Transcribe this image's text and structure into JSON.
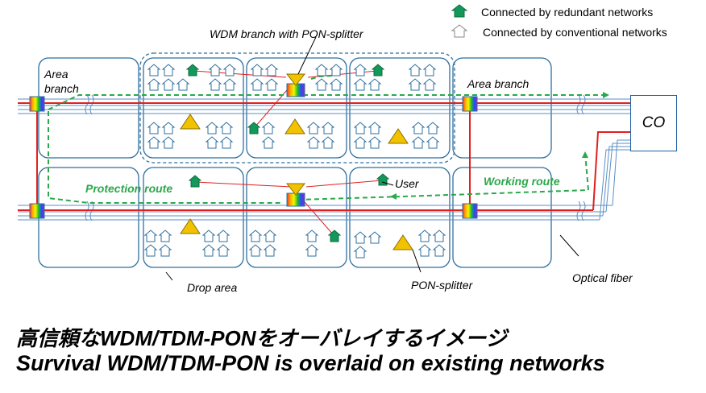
{
  "legend": {
    "redundant": "Connected by redundant networks",
    "conventional": "Connected by conventional networks"
  },
  "labels": {
    "wdm_branch": "WDM branch with PON-splitter",
    "area_branch_left": "Area\nbranch",
    "area_branch_right": "Area branch",
    "co": "CO",
    "protection_route": "Protection route",
    "working_route": "Working route",
    "user": "User",
    "drop_area": "Drop area",
    "pon_splitter": "PON-splitter",
    "optical_fiber": "Optical fiber"
  },
  "caption": {
    "japanese": "高信頼なWDM/TDM-PONをオーバレイするイメージ",
    "english": "Survival WDM/TDM-PON is overlaid on existing networks"
  },
  "colors": {
    "area_box": "#2f6f9f",
    "fiber_red": "#e02020",
    "fiber_blue": "#5b8fc4",
    "route_green": "#2aa84a",
    "splitter_yellow": "#f2c200",
    "house_green": "#12985a"
  }
}
